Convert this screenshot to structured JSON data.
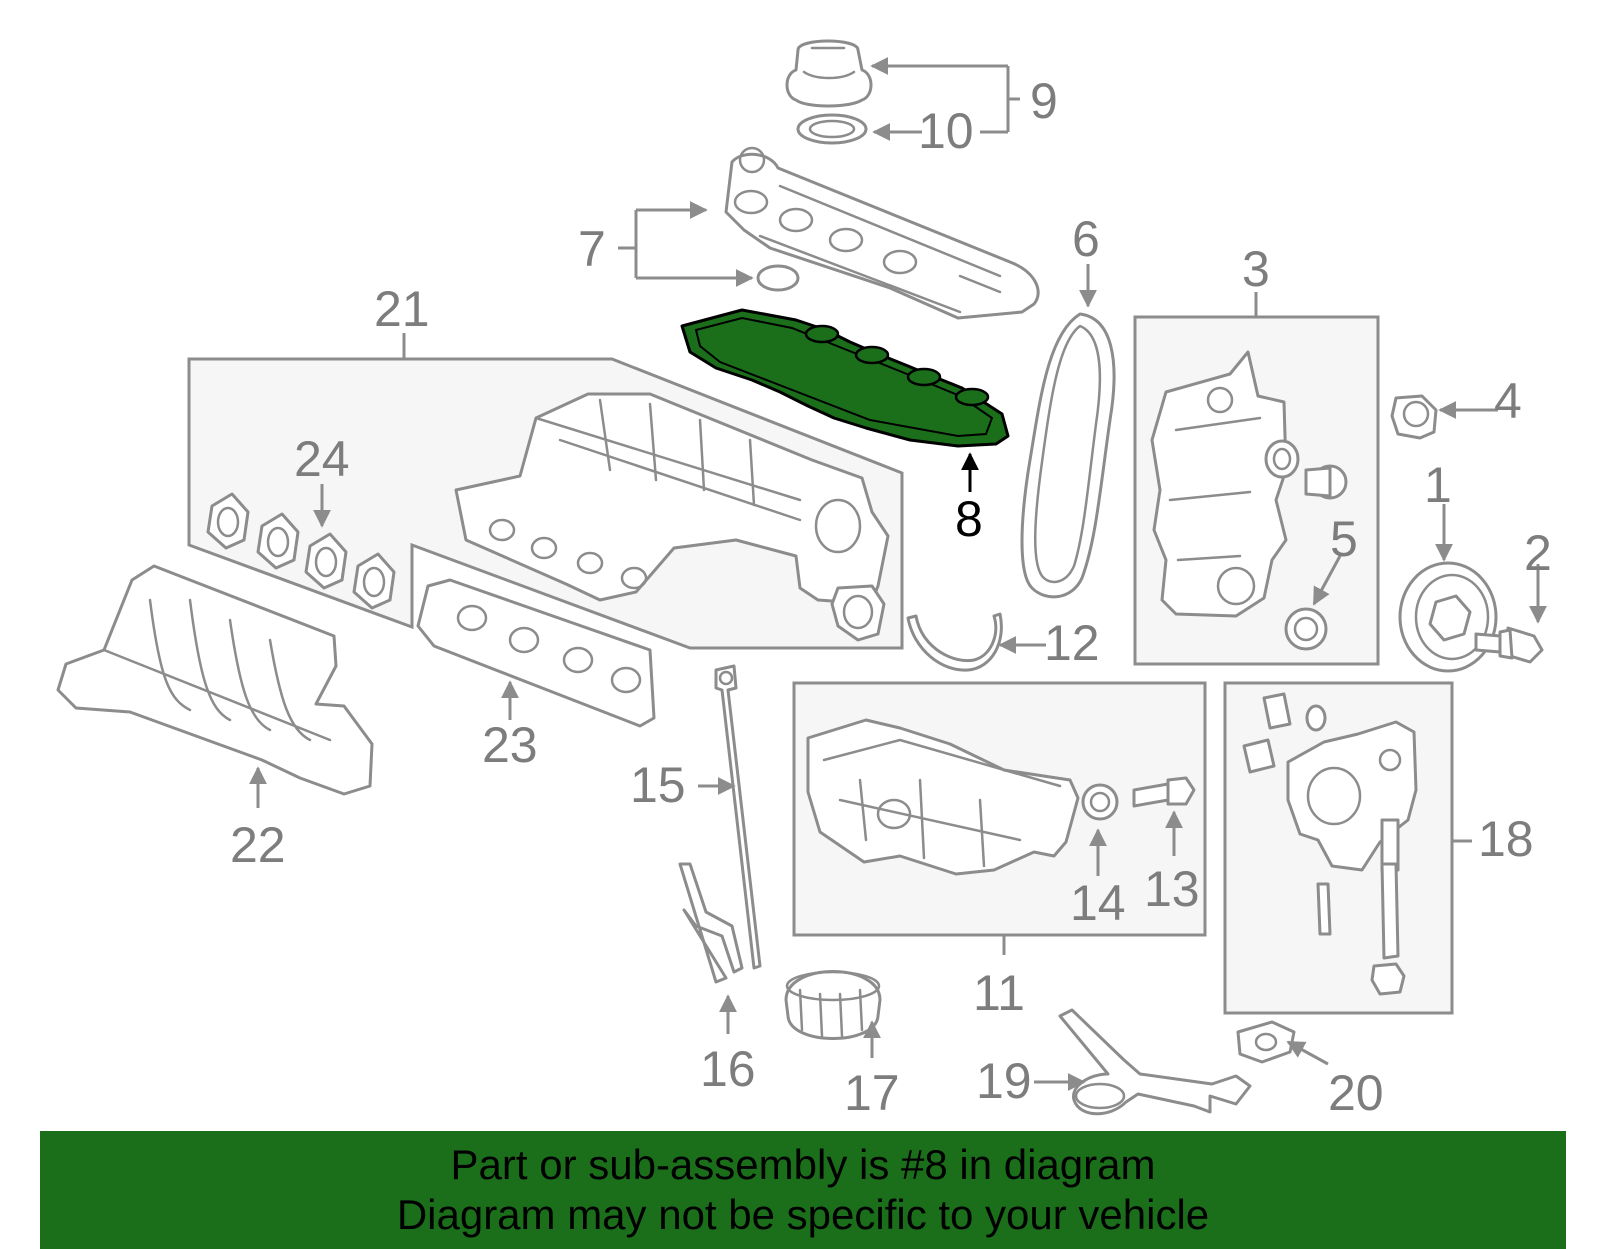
{
  "diagram": {
    "callouts": {
      "c1": "1",
      "c2": "2",
      "c3": "3",
      "c4": "4",
      "c5": "5",
      "c6": "6",
      "c7": "7",
      "c8": "8",
      "c9": "9",
      "c10": "10",
      "c11": "11",
      "c12": "12",
      "c13": "13",
      "c14": "14",
      "c15": "15",
      "c16": "16",
      "c17": "17",
      "c18": "18",
      "c19": "19",
      "c20": "20",
      "c21": "21",
      "c22": "22",
      "c23": "23",
      "c24": "24"
    },
    "highlighted_part": "8",
    "colors": {
      "line": "#8c8c8c",
      "label": "#7d7d7d",
      "group_box_fill": "#f6f6f6",
      "highlight_fill": "#1b6f1b",
      "highlight_stroke": "#000000"
    }
  },
  "banner": {
    "line1": "Part or sub-assembly is #8 in diagram",
    "line2": "Diagram may not be specific to your vehicle",
    "background": "#1b6f1b",
    "text_color": "#000000"
  }
}
